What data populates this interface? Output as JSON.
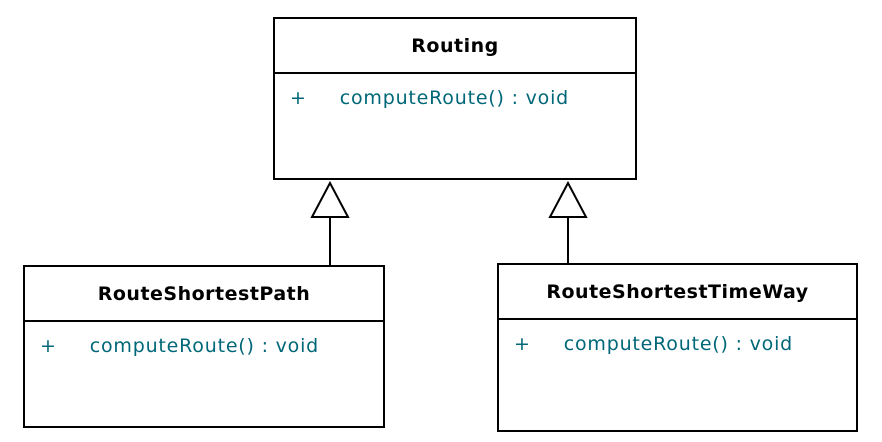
{
  "diagram": {
    "type": "uml-class-diagram",
    "colors": {
      "box_border": "#000000",
      "class_name_text": "#000000",
      "member_text": "#006778",
      "box_fill": "#ffffff",
      "background": "#ffffff"
    },
    "classes": [
      {
        "name": "Routing",
        "methods": [
          {
            "visibility": "+",
            "signature": "computeRoute() : void"
          }
        ]
      },
      {
        "name": "RouteShortestPath",
        "methods": [
          {
            "visibility": "+",
            "signature": "computeRoute() : void"
          }
        ]
      },
      {
        "name": "RouteShortestTimeWay",
        "methods": [
          {
            "visibility": "+",
            "signature": "computeRoute() : void"
          }
        ]
      }
    ],
    "relationships": [
      {
        "type": "generalization",
        "from": "RouteShortestPath",
        "to": "Routing"
      },
      {
        "type": "generalization",
        "from": "RouteShortestTimeWay",
        "to": "Routing"
      }
    ]
  }
}
